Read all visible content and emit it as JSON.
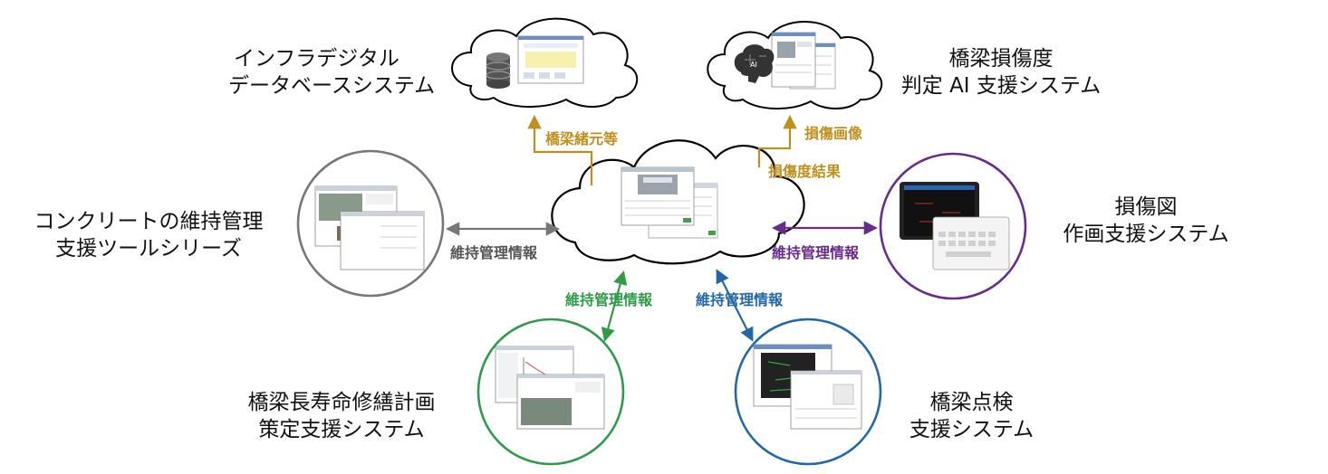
{
  "center": {
    "name": ""
  },
  "systems": {
    "infra_db": {
      "line1": "インフラデジタル",
      "line2": "データベースシステム"
    },
    "ai": {
      "line1": "橋梁損傷度",
      "line2": "判定 AI 支援システム"
    },
    "concrete": {
      "line1": "コンクリートの維持管理",
      "line2": "支援ツールシリーズ"
    },
    "drawing": {
      "line1": "損傷図",
      "line2": "作画支援システム"
    },
    "lifespan": {
      "line1": "橋梁長寿命修繕計画",
      "line2": "策定支援システム"
    },
    "inspection": {
      "line1": "橋梁点検",
      "line2": "支援システム"
    }
  },
  "arrows": {
    "specs": "橋梁緒元等",
    "damage_image": "損傷画像",
    "damage_result": "損傷度結果",
    "left": "維持管理情報",
    "right": "維持管理情報",
    "bottom_left": "維持管理情報",
    "bottom_right": "維持管理情報"
  },
  "ai_badge": "AI",
  "colors": {
    "gray": "#777777",
    "gold": "#c0901e",
    "purple": "#6a2c8a",
    "green": "#2f9b48",
    "blue": "#2268a8"
  }
}
